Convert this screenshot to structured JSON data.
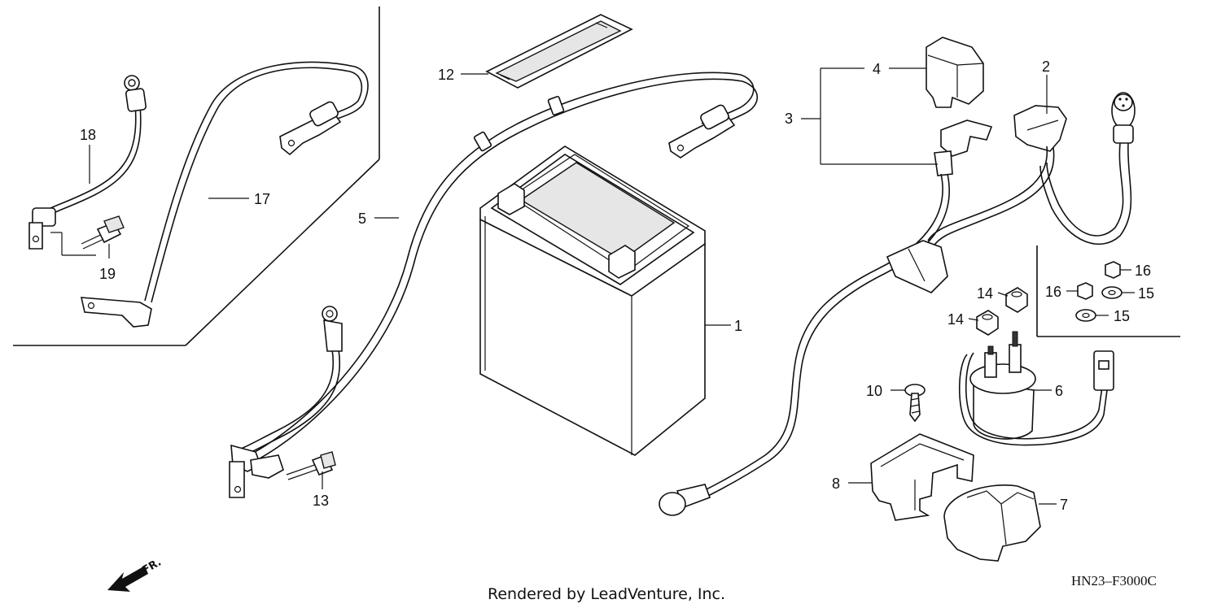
{
  "diagram": {
    "callouts": [
      {
        "id": "1",
        "label": "1"
      },
      {
        "id": "2",
        "label": "2"
      },
      {
        "id": "3",
        "label": "3"
      },
      {
        "id": "4",
        "label": "4"
      },
      {
        "id": "5",
        "label": "5"
      },
      {
        "id": "6",
        "label": "6"
      },
      {
        "id": "7",
        "label": "7"
      },
      {
        "id": "8",
        "label": "8"
      },
      {
        "id": "10",
        "label": "10"
      },
      {
        "id": "12",
        "label": "12"
      },
      {
        "id": "13",
        "label": "13"
      },
      {
        "id": "14a",
        "label": "14"
      },
      {
        "id": "14b",
        "label": "14"
      },
      {
        "id": "15a",
        "label": "15"
      },
      {
        "id": "15b",
        "label": "15"
      },
      {
        "id": "16a",
        "label": "16"
      },
      {
        "id": "16b",
        "label": "16"
      },
      {
        "id": "17",
        "label": "17"
      },
      {
        "id": "18",
        "label": "18"
      },
      {
        "id": "19",
        "label": "19"
      }
    ],
    "direction_label": "FR.",
    "diagram_code": "HN23–F3000C",
    "credit": "Rendered by LeadVenture, Inc."
  }
}
